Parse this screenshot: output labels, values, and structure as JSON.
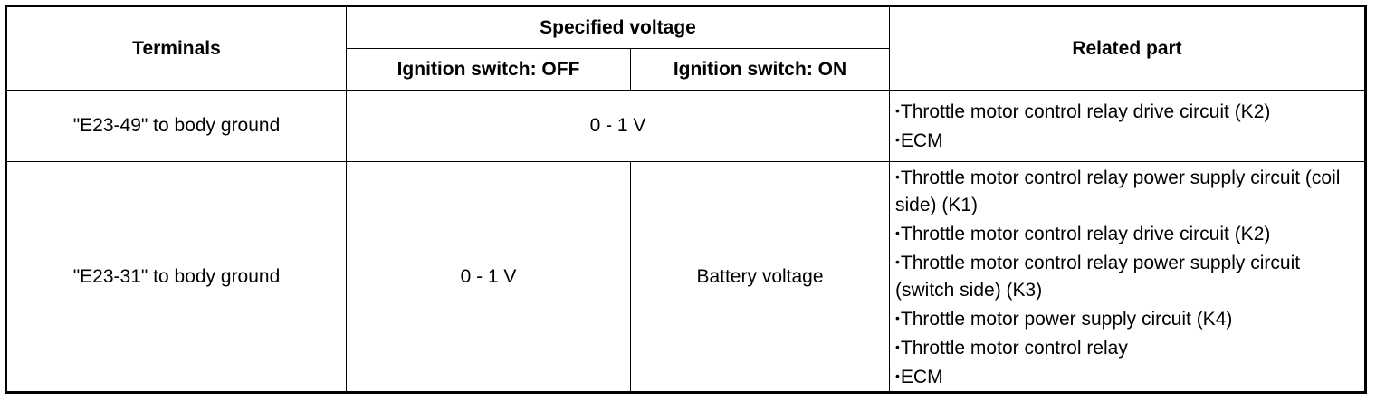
{
  "table": {
    "headers": {
      "terminals": "Terminals",
      "specified_voltage": "Specified voltage",
      "related_part": "Related part",
      "ign_off": "Ignition switch: OFF",
      "ign_on": "Ignition switch: ON"
    },
    "rows": [
      {
        "terminal": "\"E23-49\" to body ground",
        "voltage": "0 - 1 V",
        "related": [
          "Throttle motor control relay drive circuit (K2)",
          "ECM"
        ]
      },
      {
        "terminal": "\"E23-31\" to body ground",
        "voltage_off": "0 - 1 V",
        "voltage_on": "Battery voltage",
        "related": [
          "Throttle motor control relay power supply circuit (coil side) (K1)",
          "Throttle motor control relay drive circuit (K2)",
          "Throttle motor control relay power supply circuit (switch side) (K3)",
          "Throttle motor power supply circuit (K4)",
          "Throttle motor control relay",
          "ECM"
        ]
      }
    ],
    "bullet_glyph": "•"
  }
}
